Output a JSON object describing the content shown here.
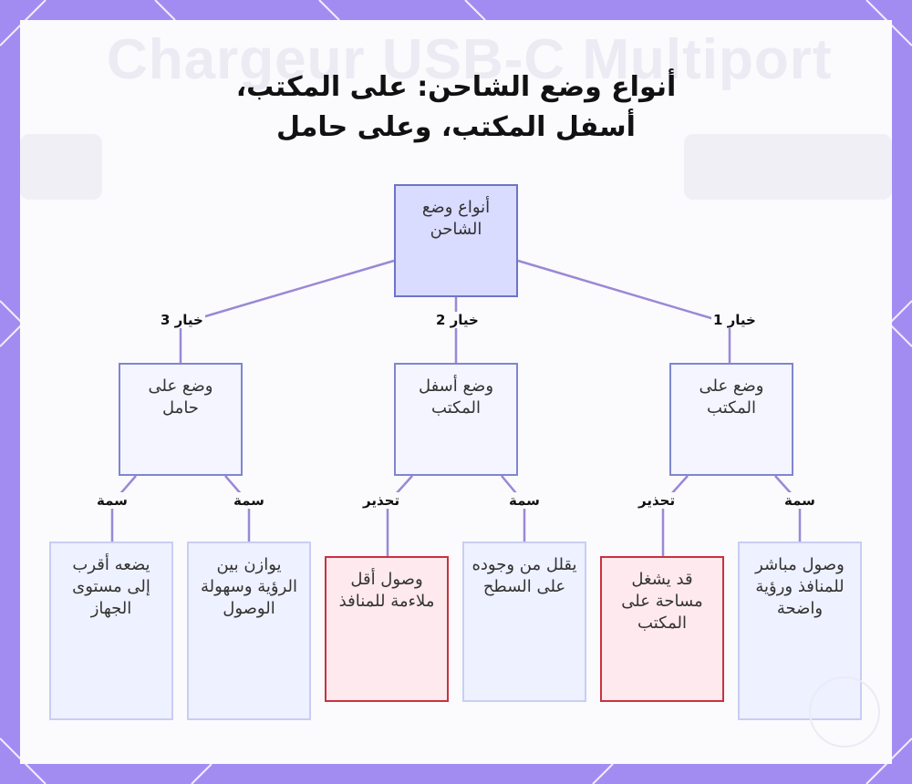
{
  "title": {
    "line1": "أنواع وضع الشاحن: على المكتب،",
    "line2": "أسفل المكتب، وعلى حامل"
  },
  "background_text": "Chargeur USB-C Multiport",
  "colors": {
    "frame": "#a38cf1",
    "root_fill": "#d9dbff",
    "option_fill": "#f4f5ff",
    "feature_fill": "#eef1ff",
    "warning_border": "#c8323f",
    "connector": "#9a88d6"
  },
  "diagram": {
    "root": "أنواع وضع الشاحن",
    "options": [
      {
        "edge_label": "خيار 1",
        "label": "وضع على المكتب",
        "children": [
          {
            "edge_label": "سمة",
            "label": "وصول مباشر للمنافذ ورؤية واضحة",
            "kind": "feature"
          },
          {
            "edge_label": "تحذير",
            "label": "قد يشغل مساحة على المكتب",
            "kind": "warning"
          }
        ]
      },
      {
        "edge_label": "خيار 2",
        "label": "وضع أسفل المكتب",
        "children": [
          {
            "edge_label": "سمة",
            "label": "يقلل من وجوده على السطح",
            "kind": "feature"
          },
          {
            "edge_label": "تحذير",
            "label": "وصول أقل ملاءمة للمنافذ",
            "kind": "warning"
          }
        ]
      },
      {
        "edge_label": "خيار 3",
        "label": "وضع على حامل",
        "children": [
          {
            "edge_label": "سمة",
            "label": "يوازن بين الرؤية وسهولة الوصول",
            "kind": "feature"
          },
          {
            "edge_label": "سمة",
            "label": "يضعه أقرب إلى مستوى الجهاز",
            "kind": "feature"
          }
        ]
      }
    ]
  }
}
